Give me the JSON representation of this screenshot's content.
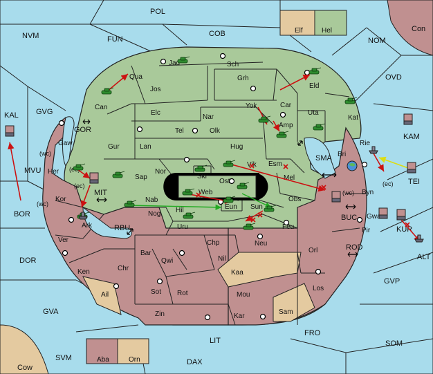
{
  "colors": {
    "sea": "#a8dcec",
    "green": "#a9c99a",
    "rose": "#c09090",
    "tan": "#e4caa0",
    "border": "#222222",
    "army": "#2e8b2e",
    "arrow_red": "#cc1111",
    "arrow_green": "#22aa22",
    "arrow_yellow": "#eeee22",
    "supply": "#000000"
  },
  "legend": {
    "top": [
      "Elf",
      "Hel"
    ],
    "bottom": [
      "Aba",
      "Orn"
    ]
  },
  "sea_regions": [
    "POL",
    "NVM",
    "FUN",
    "COB",
    "NOM",
    "OVD",
    "KAL",
    "GVG",
    "MVU",
    "BOR",
    "DOR",
    "GVA",
    "SVM",
    "LIT",
    "DAX",
    "FRO",
    "SOM",
    "GVP",
    "KAM",
    "TEI",
    "ALT",
    "KUR",
    "ROD",
    "BUC",
    "SMA",
    "GOR",
    "MIT",
    "RBU"
  ],
  "corner_regions": [
    "Con",
    "Cow"
  ],
  "land_regions": [
    "Jad",
    "Sch",
    "Qua",
    "Jos",
    "Grh",
    "Eld",
    "Can",
    "Elc",
    "Nar",
    "Yok",
    "Car",
    "Uta",
    "Kat",
    "Tel",
    "Olk",
    "Amp",
    "Gur",
    "Lan",
    "Hug",
    "Esm",
    "Bri",
    "Rie",
    "Gaw",
    "Her",
    "Nor",
    "Skr",
    "Sap",
    "Vik",
    "Mel",
    "Ost",
    "Web",
    "Byn",
    "Kor",
    "Nab",
    "Eun",
    "Sun",
    "Obs",
    "Gwa",
    "Hil",
    "Nog",
    "Uru",
    "Feu",
    "Pir",
    "Ark",
    "Chp",
    "Neu",
    "Orl",
    "Ver",
    "Bar",
    "Qwi",
    "Nil",
    "Ken",
    "Chr",
    "Kaa",
    "Ail",
    "Sot",
    "Rot",
    "Mou",
    "Los",
    "Zin",
    "Kar",
    "Sam"
  ],
  "coast_tags": [
    "(wc)",
    "(ec)",
    "(wc)",
    "(ec)",
    "(wc)",
    "(ec)"
  ]
}
